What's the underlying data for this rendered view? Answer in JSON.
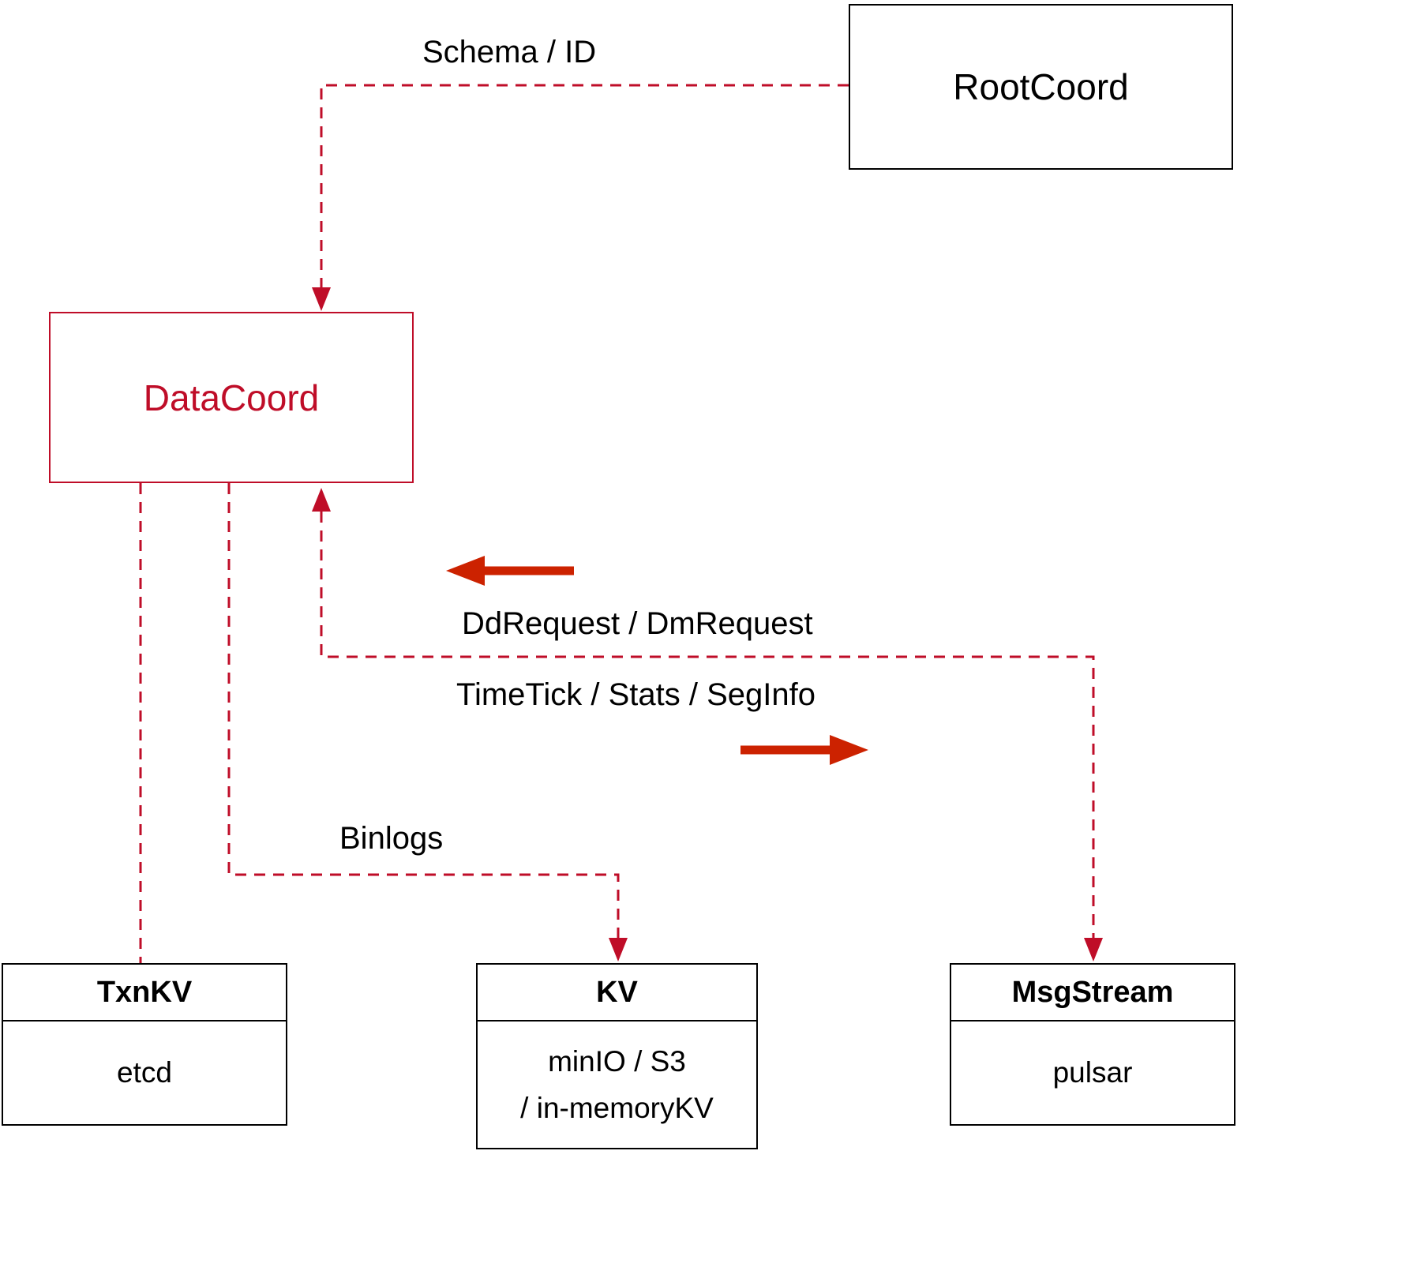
{
  "nodes": {
    "rootcoord": {
      "label": "RootCoord"
    },
    "datacoord": {
      "label": "DataCoord"
    },
    "txnkv": {
      "title": "TxnKV",
      "body": "etcd"
    },
    "kv": {
      "title": "KV",
      "body_line1": "minIO / S3",
      "body_line2": "/ in-memoryKV"
    },
    "msgstream": {
      "title": "MsgStream",
      "body": "pulsar"
    }
  },
  "edge_labels": {
    "schema_id": "Schema / ID",
    "dd_dm_request": "DdRequest / DmRequest",
    "timetick_stats_seginfo": "TimeTick / Stats / SegInfo",
    "binlogs": "Binlogs"
  },
  "colors": {
    "dashed_edge": "#bf0d28",
    "solid_arrow": "#cc2200",
    "datacoord_accent": "#bf0d28",
    "box_border": "#000000",
    "text": "#000000",
    "background": "#ffffff"
  }
}
